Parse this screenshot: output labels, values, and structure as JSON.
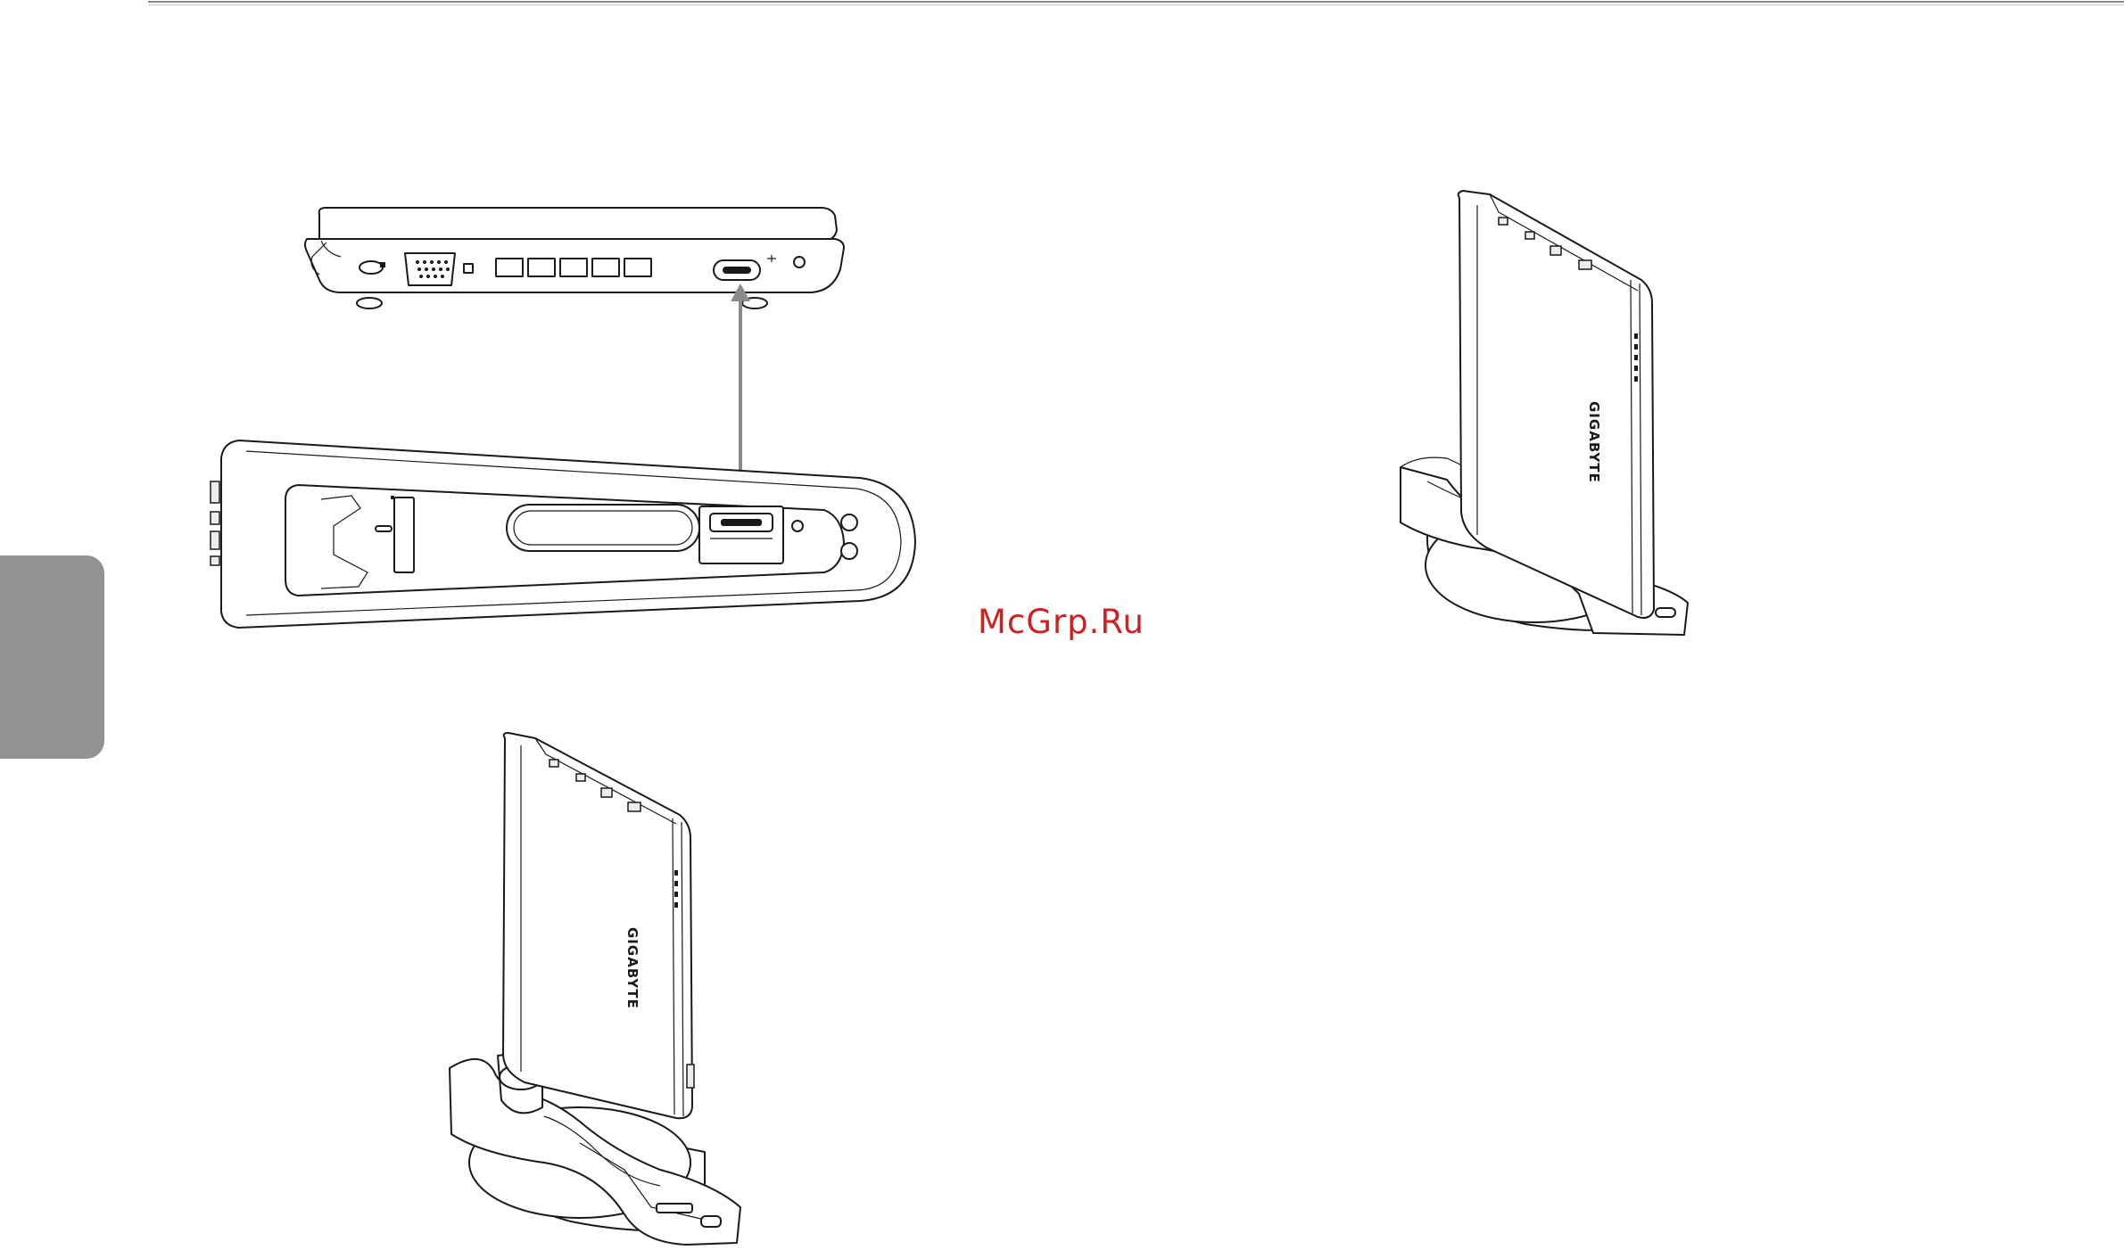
{
  "watermark": {
    "text": "McGrp.Ru",
    "color": "#cc2222"
  },
  "brand_logo": "GIGABYTE",
  "side_tab": {
    "color": "#929292"
  },
  "figures": [
    {
      "id": "laptop-side-view"
    },
    {
      "id": "dock-top-view"
    },
    {
      "id": "arrow-connector"
    },
    {
      "id": "laptop-docked-front"
    },
    {
      "id": "laptop-docked-rear"
    }
  ]
}
